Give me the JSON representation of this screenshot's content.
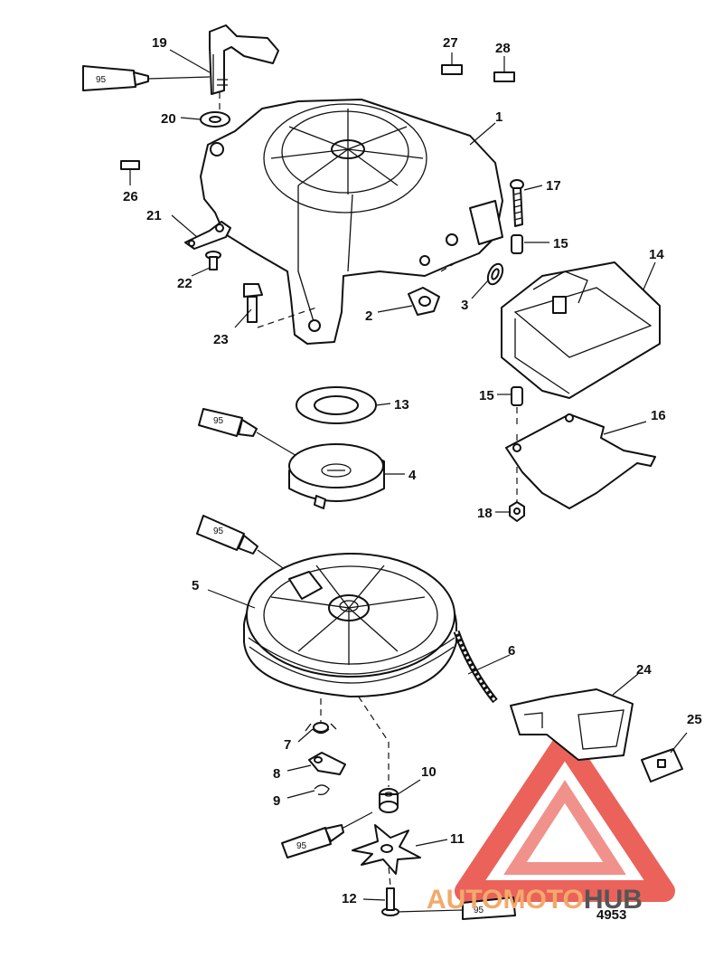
{
  "callouts": {
    "c1": "1",
    "c2": "2",
    "c3": "3",
    "c4": "4",
    "c5": "5",
    "c6": "6",
    "c7": "7",
    "c8": "8",
    "c9": "9",
    "c10": "10",
    "c11": "11",
    "c12": "12",
    "c13": "13",
    "c14": "14",
    "c15a": "15",
    "c15b": "15",
    "c16": "16",
    "c17": "17",
    "c18": "18",
    "c19": "19",
    "c20": "20",
    "c21": "21",
    "c22": "22",
    "c23": "23",
    "c24": "24",
    "c25": "25",
    "c26": "26",
    "c27": "27",
    "c28": "28"
  },
  "sealant_tubes": {
    "tube1": "95",
    "tube2": "95",
    "tube3": "95",
    "tube4": "95",
    "tube5": "95"
  },
  "figure_number": "4953",
  "watermark": {
    "part1": "AUTO",
    "part2": "MOTO",
    "part3": "HUB",
    "color_primary": "#e8473f",
    "color_secondary": "#f3a96b",
    "color_dark": "#555555"
  }
}
